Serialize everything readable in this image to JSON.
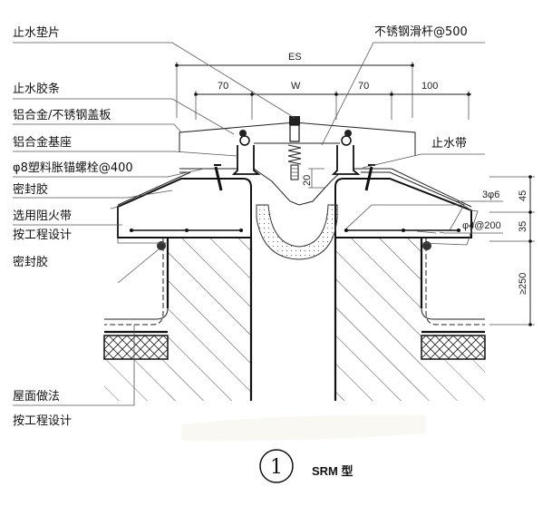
{
  "drawing": {
    "title_number": "1",
    "title_text": "SRM 型"
  },
  "labels_left": [
    {
      "id": "waterstop-gasket",
      "text": "止水垫片"
    },
    {
      "id": "waterstop-rubber-strip",
      "text": "止水胶条"
    },
    {
      "id": "cover-plate",
      "text": "铝合金/不锈钢盖板"
    },
    {
      "id": "aluminum-base",
      "text": "铝合金基座"
    },
    {
      "id": "anchor-bolt",
      "text": "φ8塑料胀锚螺栓@400"
    },
    {
      "id": "sealant-upper",
      "text": "密封胶"
    },
    {
      "id": "fire-barrier",
      "text": "选用阻火带"
    },
    {
      "id": "fire-barrier-note",
      "text": "按工程设计"
    },
    {
      "id": "sealant-lower",
      "text": "密封胶"
    },
    {
      "id": "roof-construction",
      "text": "屋面做法"
    },
    {
      "id": "roof-construction-note",
      "text": "按工程设计"
    }
  ],
  "labels_right": [
    {
      "id": "stainless-slide-bar",
      "text": "不锈钢滑杆@500"
    },
    {
      "id": "waterstop-band",
      "text": "止水带"
    },
    {
      "id": "rebar-top",
      "text": "3φ6"
    },
    {
      "id": "rebar-stirrup",
      "text": "φ4@200"
    }
  ],
  "dimensions": {
    "es": "ES",
    "left_70": "70",
    "w": "W",
    "right_70": "70",
    "right_100": "100",
    "spring_20": "20",
    "h_45": "45",
    "h_35": "35",
    "h_250": "≥250"
  }
}
